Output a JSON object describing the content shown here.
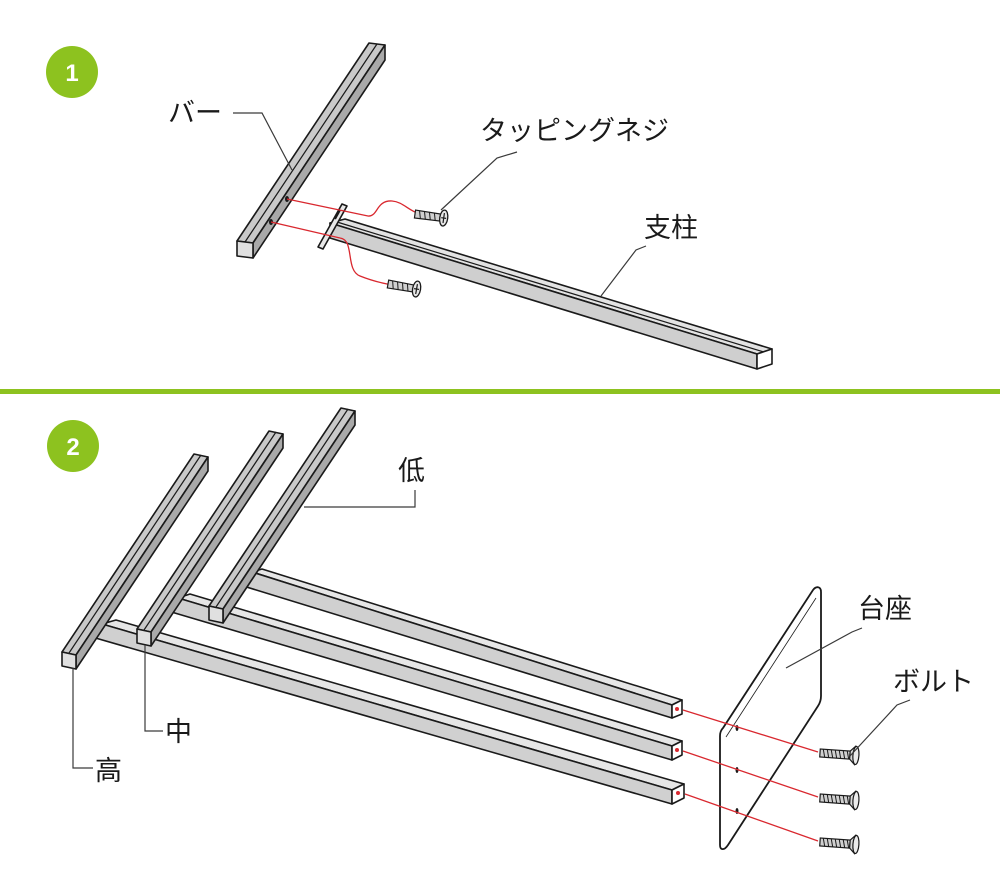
{
  "steps": [
    {
      "number": "1"
    },
    {
      "number": "2"
    }
  ],
  "step1": {
    "labels": {
      "bar": "バー",
      "tapping_screw": "タッピングネジ",
      "post": "支柱"
    }
  },
  "step2": {
    "labels": {
      "low": "低",
      "middle": "中",
      "high": "高",
      "base": "台座",
      "bolt": "ボルト"
    }
  },
  "colors": {
    "accent_green": "#8dc21f",
    "divider_green": "#8dc21f",
    "part_gray": "#c9c9c9",
    "part_gray_dark": "#a9a9a9",
    "guide_red": "#d9282f"
  }
}
